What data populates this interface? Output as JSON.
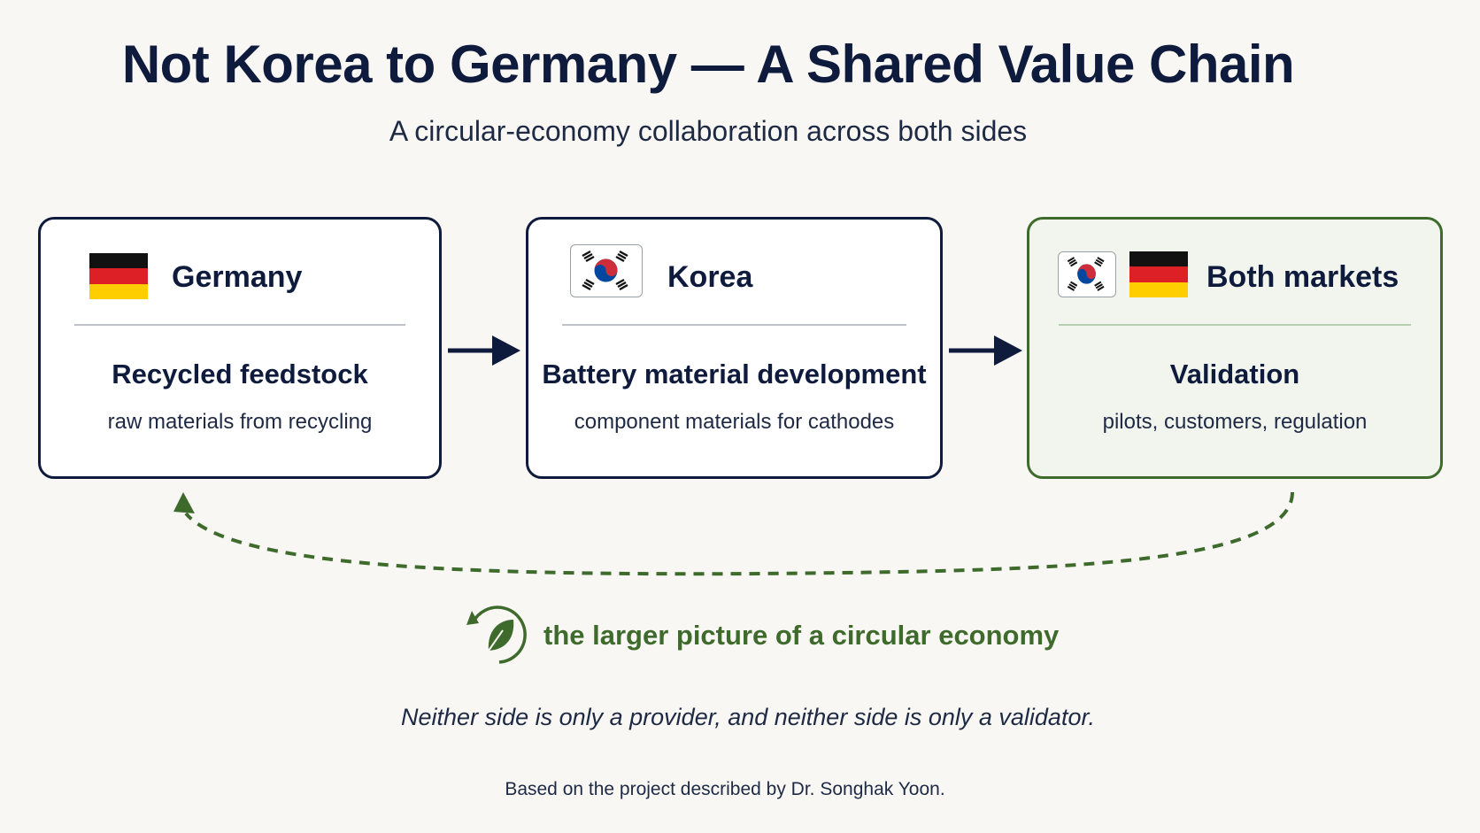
{
  "header": {
    "title": "Not Korea to Germany — A Shared Value Chain",
    "subtitle": "A circular-economy collaboration across both sides"
  },
  "cards": [
    {
      "region": "Germany",
      "heading": "Recycled feedstock",
      "description": "raw materials from recycling",
      "flags": [
        "germany-flag"
      ]
    },
    {
      "region": "Korea",
      "heading": "Battery material development",
      "description": "component materials for cathodes",
      "flags": [
        "korea-flag"
      ]
    },
    {
      "region": "Both markets",
      "heading": "Validation",
      "description": "pilots, customers, regulation",
      "flags": [
        "korea-flag",
        "germany-flag"
      ]
    }
  ],
  "connectors": [
    "arrow-right-icon",
    "arrow-right-icon"
  ],
  "loop": {
    "style": "dashed",
    "icon": "recycle-leaf-icon",
    "label": "the larger picture of a circular economy"
  },
  "quote": "Neither side is only a provider, and neither side is only a validator.",
  "credit": "Based on the project described by Dr. Songhak Yoon.",
  "colors": {
    "navy": "#0f1b3d",
    "green": "#3e6b2c",
    "background": "#f8f7f4",
    "flag_black": "#111111",
    "flag_red": "#dd1f26",
    "flag_gold": "#ffce00",
    "korea_red": "#cd2e3a",
    "korea_blue": "#0047a0"
  }
}
